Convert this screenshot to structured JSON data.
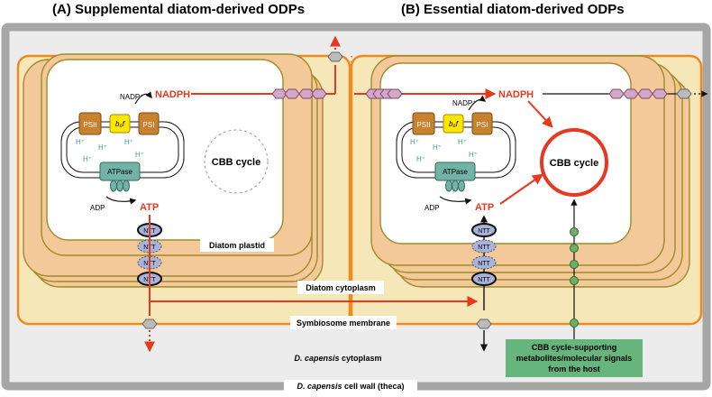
{
  "panels": [
    {
      "title": "(A) Supplemental diatom-derived ODPs"
    },
    {
      "title": "(B) Essential diatom-derived ODPs"
    }
  ],
  "labels": {
    "nadph": "NADPH",
    "nadp_plus": "NADP⁺",
    "atp": "ATP",
    "adp": "ADP",
    "psii": "PSII",
    "b6f": "b₆f",
    "psi": "PSI",
    "atpase": "ATPase",
    "proton": "H⁺",
    "cbb_cycle": "CBB cycle",
    "ntt": "NTT",
    "diatom_plastid": "Diatom plastid",
    "diatom_cytoplasm": "Diatom cytoplasm",
    "symbiosome_membrane": "Symbiosome membrane",
    "host_cytoplasm_species": "D. capensis",
    "host_cytoplasm_rest": " cytoplasm",
    "cell_wall_species": "D. capensis",
    "cell_wall_rest": " cell wall (theca)",
    "host_signal_box": [
      "CBB cycle-supporting",
      "metabolites/molecular signals",
      "from the host"
    ]
  },
  "colors": {
    "red_arrow": "#e8381f",
    "plastid_fill": "#f3c99a",
    "plastid_stroke": "#a08a2a",
    "symbiosome_fill": "#f6e7b8",
    "symbiosome_stroke": "#f0891e",
    "cell_wall": "#a6a6a6",
    "psii_psi": "#c8822e",
    "b6f": "#ffe600",
    "atpase": "#73b3a6",
    "ntt_fill": "#a8b3dc",
    "transporter_purple": "#d4a6c8",
    "transporter_green": "#6fae6a",
    "host_box": "#66b57d"
  }
}
